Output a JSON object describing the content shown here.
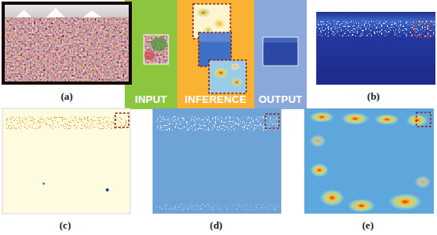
{
  "diagram": {
    "nodes": [
      {
        "text": [
          "INPUT"
        ]
      },
      {
        "text": [
          "INFERENCE"
        ]
      },
      {
        "text": [
          "OUTPUT"
        ]
      }
    ],
    "labels": [
      "(a)",
      "(b)",
      "(c)",
      "(d)",
      "(e)"
    ]
  }
}
